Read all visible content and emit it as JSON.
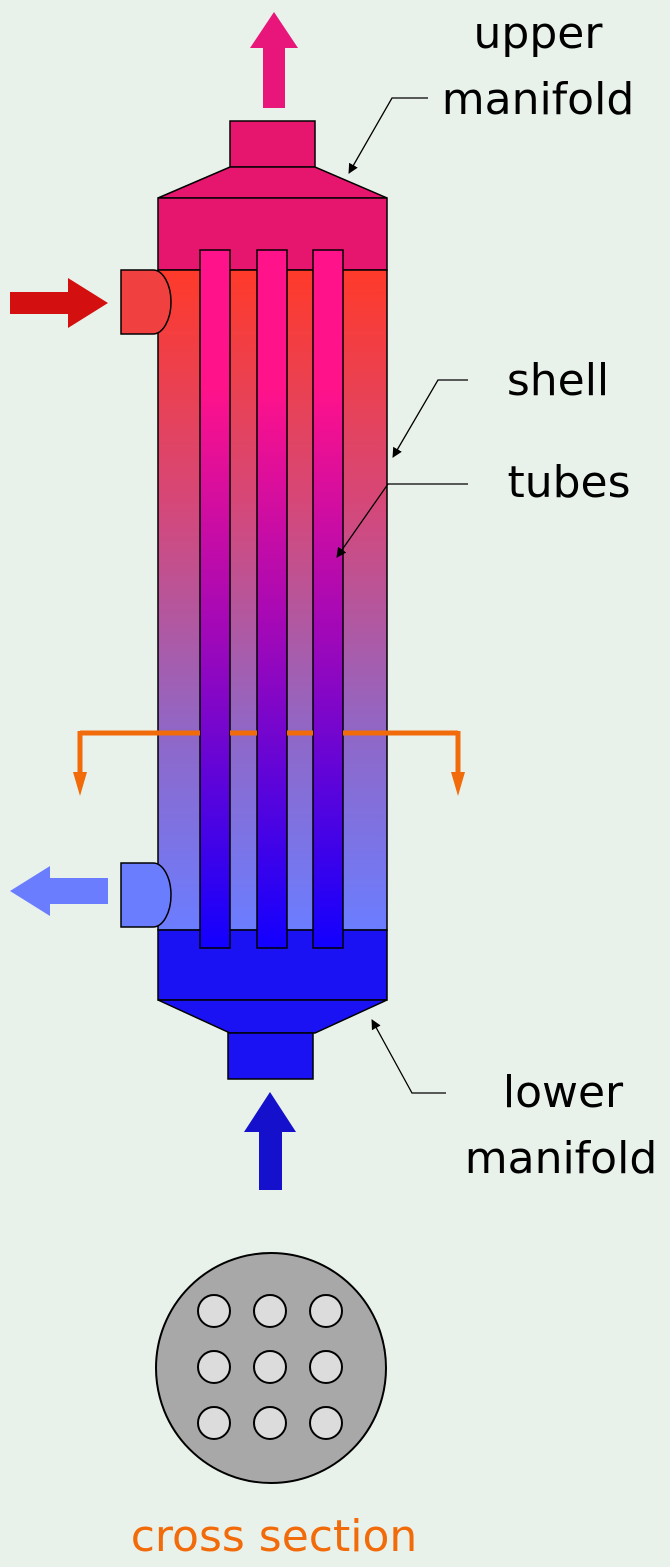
{
  "labels": {
    "upper_manifold_line1": "upper",
    "upper_manifold_line2": "manifold",
    "shell": "shell",
    "tubes": "tubes",
    "lower_manifold_line1": "lower",
    "lower_manifold_line2": "manifold",
    "cross_section": "cross section"
  },
  "icons": {
    "outlet_arrow_top": "up-arrow-icon",
    "inlet_arrow_shell": "right-arrow-icon",
    "outlet_arrow_shell": "left-arrow-icon",
    "inlet_arrow_bottom": "up-arrow-icon"
  },
  "colors": {
    "background": "#e9f2ea",
    "upper_manifold": "#e6166e",
    "top_arrow": "#e8157a",
    "shell_top": "#ff3a2a",
    "shell_bottom": "#6b7dff",
    "tube_top": "#ff128a",
    "tube_bottom": "#1200ff",
    "lower_manifold": "#1a12f2",
    "bottom_arrow": "#1410cc",
    "inlet_arrow": "#d40f0f",
    "outlet_arrow": "#6b7dff",
    "section_line": "#f26b0a",
    "cross_section_text": "#f26b0a",
    "cross_section_disk": "#a8a8a8",
    "cross_section_tube": "#dcdcdc"
  }
}
